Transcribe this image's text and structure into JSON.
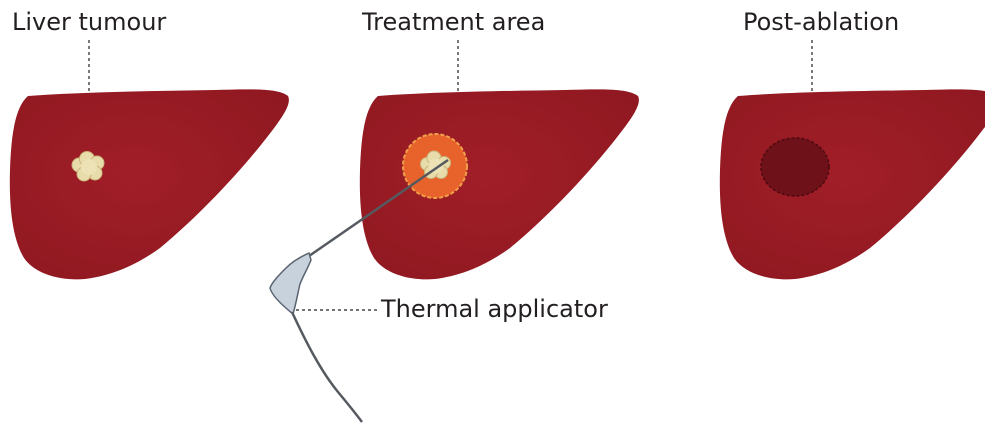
{
  "labels": {
    "tumour": "Liver tumour",
    "treatment": "Treatment area",
    "post": "Post-ablation",
    "applicator": "Thermal applicator"
  },
  "colors": {
    "liver": "#9b1b24",
    "liver_shadow": "#86151e",
    "tumour": "#e8dcaa",
    "tumour_edge": "#c9b57c",
    "ablation_zone": "#e8632b",
    "ablation_edge": "#f0a04a",
    "scar": "#6e1118",
    "scar_edge": "#4a0a10",
    "applicator_body": "#c8d2dc",
    "applicator_edge": "#5a6470",
    "needle": "#555a60",
    "text": "#231f20"
  },
  "icons": {
    "organ": "liver-icon",
    "lesion": "tumour-icon",
    "device": "thermal-applicator-icon"
  }
}
